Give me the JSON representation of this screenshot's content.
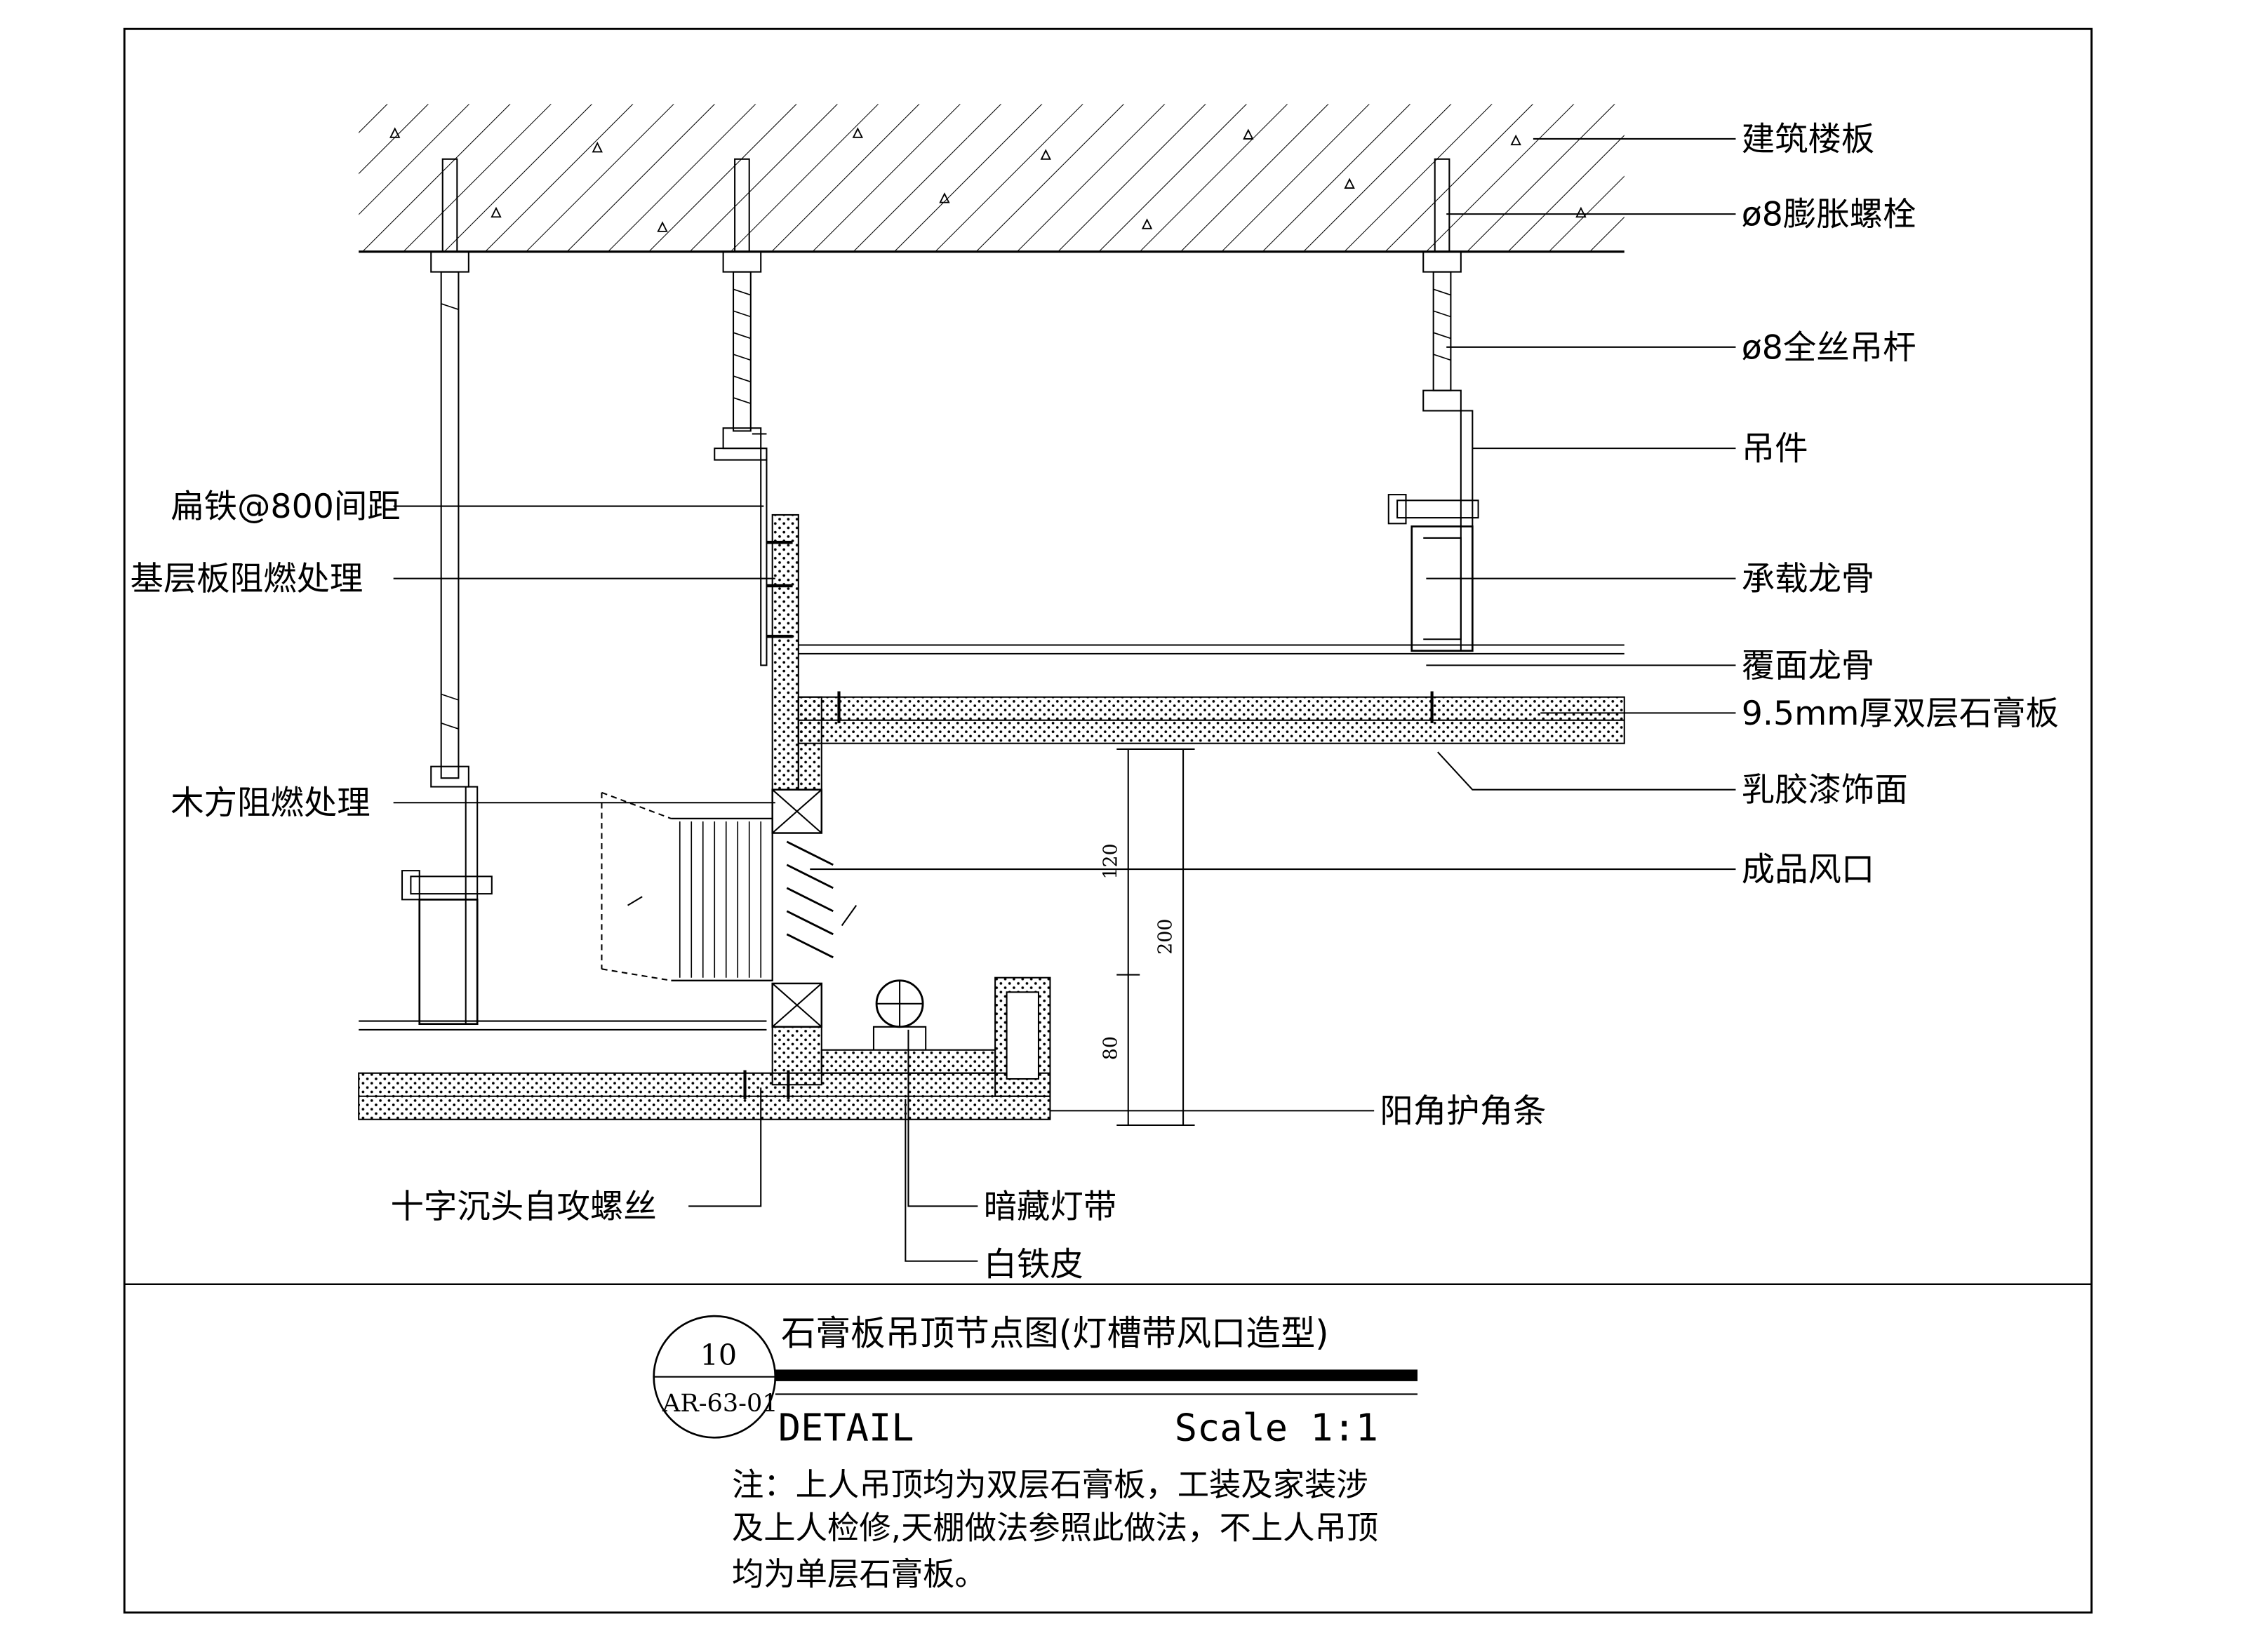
{
  "labels_right": {
    "building_slab": "建筑楼板",
    "expansion_bolt": "ø8膨胀螺栓",
    "threaded_rod": "ø8全丝吊杆",
    "hanger": "吊件",
    "main_keel": "承载龙骨",
    "cover_keel": "覆面龙骨",
    "gypsum_board": "9.5mm厚双层石膏板",
    "latex_paint": "乳胶漆饰面",
    "air_vent": "成品风口",
    "corner_bead": "阳角护角条"
  },
  "labels_left": {
    "flat_iron": "扁铁@800间距",
    "base_board": "基层板阻燃处理",
    "wood_block": "木方阻燃处理",
    "screw": "十字沉头自攻螺丝"
  },
  "labels_bottom": {
    "hidden_light": "暗藏灯带",
    "white_iron": "白铁皮"
  },
  "dimensions": {
    "d120": "120",
    "d200": "200",
    "d80": "80"
  },
  "title_block": {
    "detail_number": "10",
    "sheet_ref": "AR-63-01",
    "title": "石膏板吊顶节点图(灯槽带风口造型)",
    "detail_word": "DETAIL",
    "scale": "Scale 1:1",
    "note_line1": "注：上人吊顶均为双层石膏板，工装及家装涉",
    "note_line2": "及上人检修,天棚做法参照此做法，不上人吊顶",
    "note_line3": "均为单层石膏板。"
  }
}
